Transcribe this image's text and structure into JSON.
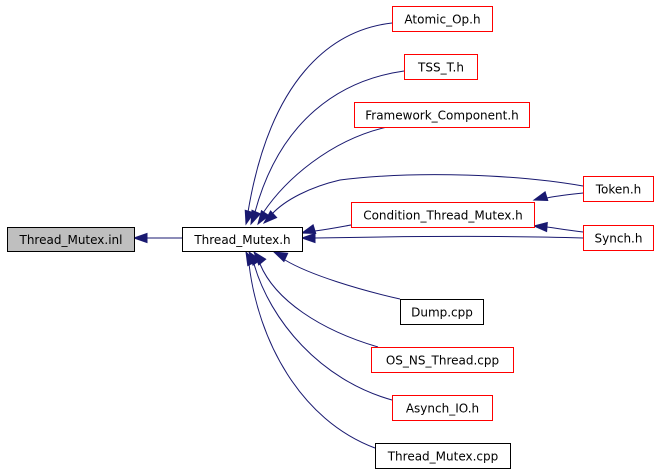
{
  "graph": {
    "title": "Thread_Mutex.inl include dependency graph",
    "colors": {
      "edge": "#191970",
      "documented_border": "#ff0000",
      "undocumented_border": "#000000",
      "root_fill": "#bfbfbf",
      "node_fill": "#ffffff"
    },
    "nodes": [
      {
        "id": "thread_mutex_inl",
        "label": "Thread_Mutex.inl",
        "style": "root"
      },
      {
        "id": "thread_mutex_h",
        "label": "Thread_Mutex.h",
        "style": "black"
      },
      {
        "id": "atomic_op_h",
        "label": "Atomic_Op.h",
        "style": "red"
      },
      {
        "id": "tss_t_h",
        "label": "TSS_T.h",
        "style": "red"
      },
      {
        "id": "framework_component_h",
        "label": "Framework_Component.h",
        "style": "red"
      },
      {
        "id": "condition_thread_mutex_h",
        "label": "Condition_Thread_Mutex.h",
        "style": "red"
      },
      {
        "id": "token_h",
        "label": "Token.h",
        "style": "red"
      },
      {
        "id": "synch_h",
        "label": "Synch.h",
        "style": "red"
      },
      {
        "id": "dump_cpp",
        "label": "Dump.cpp",
        "style": "black"
      },
      {
        "id": "os_ns_thread_cpp",
        "label": "OS_NS_Thread.cpp",
        "style": "red"
      },
      {
        "id": "asynch_io_h",
        "label": "Asynch_IO.h",
        "style": "red"
      },
      {
        "id": "thread_mutex_cpp",
        "label": "Thread_Mutex.cpp",
        "style": "black"
      }
    ],
    "edges": [
      {
        "from": "thread_mutex_h",
        "to": "thread_mutex_inl"
      },
      {
        "from": "atomic_op_h",
        "to": "thread_mutex_h"
      },
      {
        "from": "tss_t_h",
        "to": "thread_mutex_h"
      },
      {
        "from": "framework_component_h",
        "to": "thread_mutex_h"
      },
      {
        "from": "token_h",
        "to": "thread_mutex_h"
      },
      {
        "from": "condition_thread_mutex_h",
        "to": "thread_mutex_h"
      },
      {
        "from": "synch_h",
        "to": "thread_mutex_h"
      },
      {
        "from": "token_h",
        "to": "condition_thread_mutex_h"
      },
      {
        "from": "synch_h",
        "to": "condition_thread_mutex_h"
      },
      {
        "from": "dump_cpp",
        "to": "thread_mutex_h"
      },
      {
        "from": "os_ns_thread_cpp",
        "to": "thread_mutex_h"
      },
      {
        "from": "asynch_io_h",
        "to": "thread_mutex_h"
      },
      {
        "from": "thread_mutex_cpp",
        "to": "thread_mutex_h"
      }
    ]
  }
}
